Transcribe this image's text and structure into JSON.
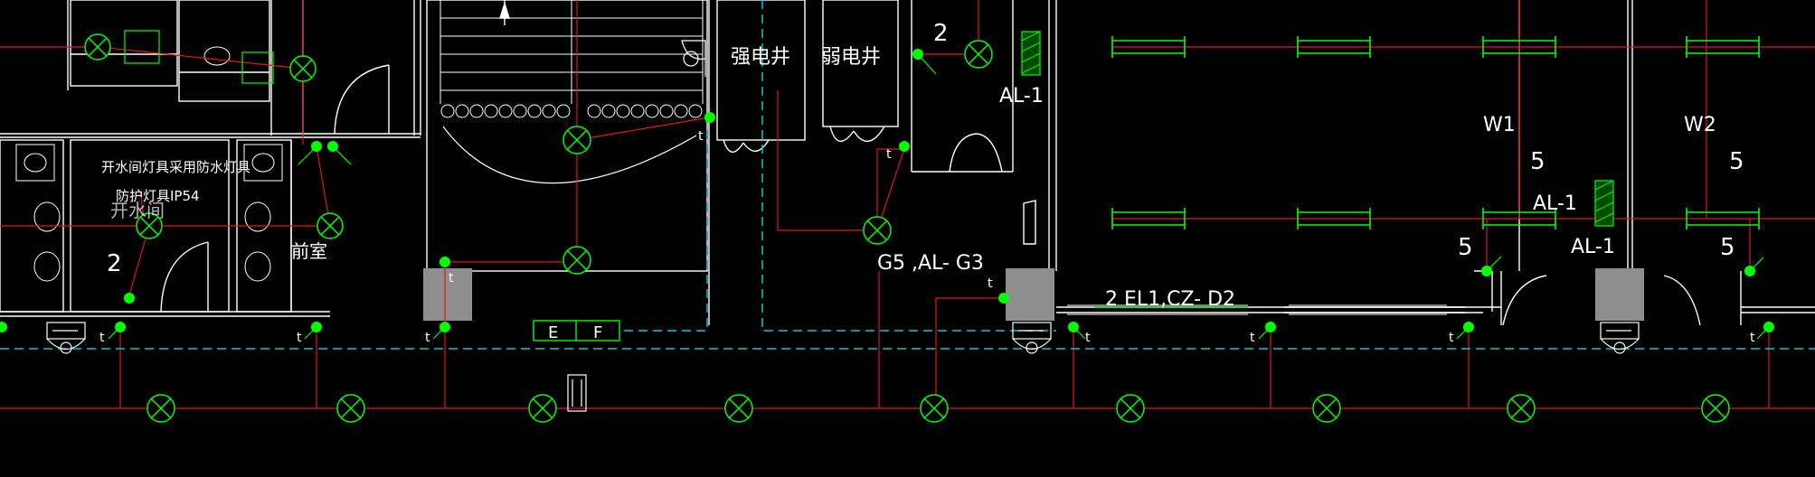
{
  "colors": {
    "background": "#000000",
    "wall": "#ffffff",
    "wire": "#e0161b",
    "fixture": "#00ff00",
    "dashed": "#00c8d4",
    "column": "#8e8e8e",
    "panel_hatch": "#00c800"
  },
  "rooms": {
    "strong_shaft": "强电井",
    "weak_shaft": "弱电井",
    "anteroom": "前室",
    "note_line1": "开水间灯具采用防水灯具",
    "note_line2": "防护灯具IP54",
    "note_ghost": "开水间"
  },
  "panels": {
    "al1_a": "AL-1",
    "al1_b": "AL-1",
    "al1_c": "AL-1"
  },
  "circuits": {
    "w1": "W1",
    "w2": "W2",
    "count_5a": "5",
    "count_5b": "5",
    "count_5c": "5",
    "count_5d": "5",
    "count_2a": "2",
    "count_2b": "2",
    "g5": "G5 ,AL- G3",
    "el1": "2 EL1,CZ- D2"
  },
  "sockets": {
    "e": "E",
    "f": "F"
  },
  "markers": {
    "t": "t"
  }
}
